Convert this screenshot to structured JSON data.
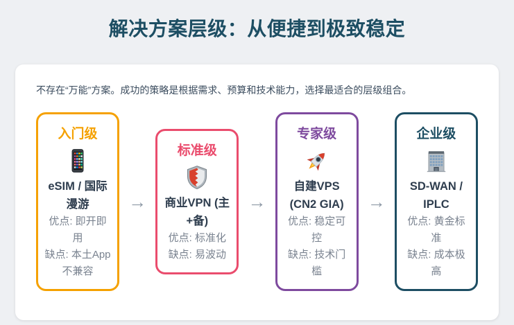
{
  "page": {
    "title": "解决方案层级：从便捷到极致稳定",
    "subtitle": "不存在“万能”方案。成功的策略是根据需求、预算和技术能力，选择最适合的层级组合。"
  },
  "arrow": "→",
  "colors": {
    "title": "#1d4e63",
    "subtitle": "#3b4c5e",
    "name_text": "#2e3d4e",
    "desc_text": "#79828f",
    "arrow": "#8e99a6",
    "background": "#eef0f3",
    "card": "#ffffff"
  },
  "tiers": [
    {
      "label": "入门级",
      "color": "#f5a100",
      "icon": "smartphone-icon",
      "name": "eSIM / 国际漫游",
      "pros": "优点: 即开即用",
      "cons": "缺点: 本土App不兼容"
    },
    {
      "label": "标准级",
      "color": "#ea4c6d",
      "icon": "shield-icon",
      "name": "商业VPN (主+备)",
      "pros": "优点: 标准化",
      "cons": "缺点: 易波动"
    },
    {
      "label": "专家级",
      "color": "#7e4a9e",
      "icon": "rocket-icon",
      "name": "自建VPS (CN2 GIA)",
      "pros": "优点: 稳定可控",
      "cons": "缺点: 技术门槛"
    },
    {
      "label": "企业级",
      "color": "#1d4e63",
      "icon": "building-icon",
      "name": "SD-WAN / IPLC",
      "pros": "优点: 黄金标准",
      "cons": "缺点: 成本极高"
    }
  ]
}
